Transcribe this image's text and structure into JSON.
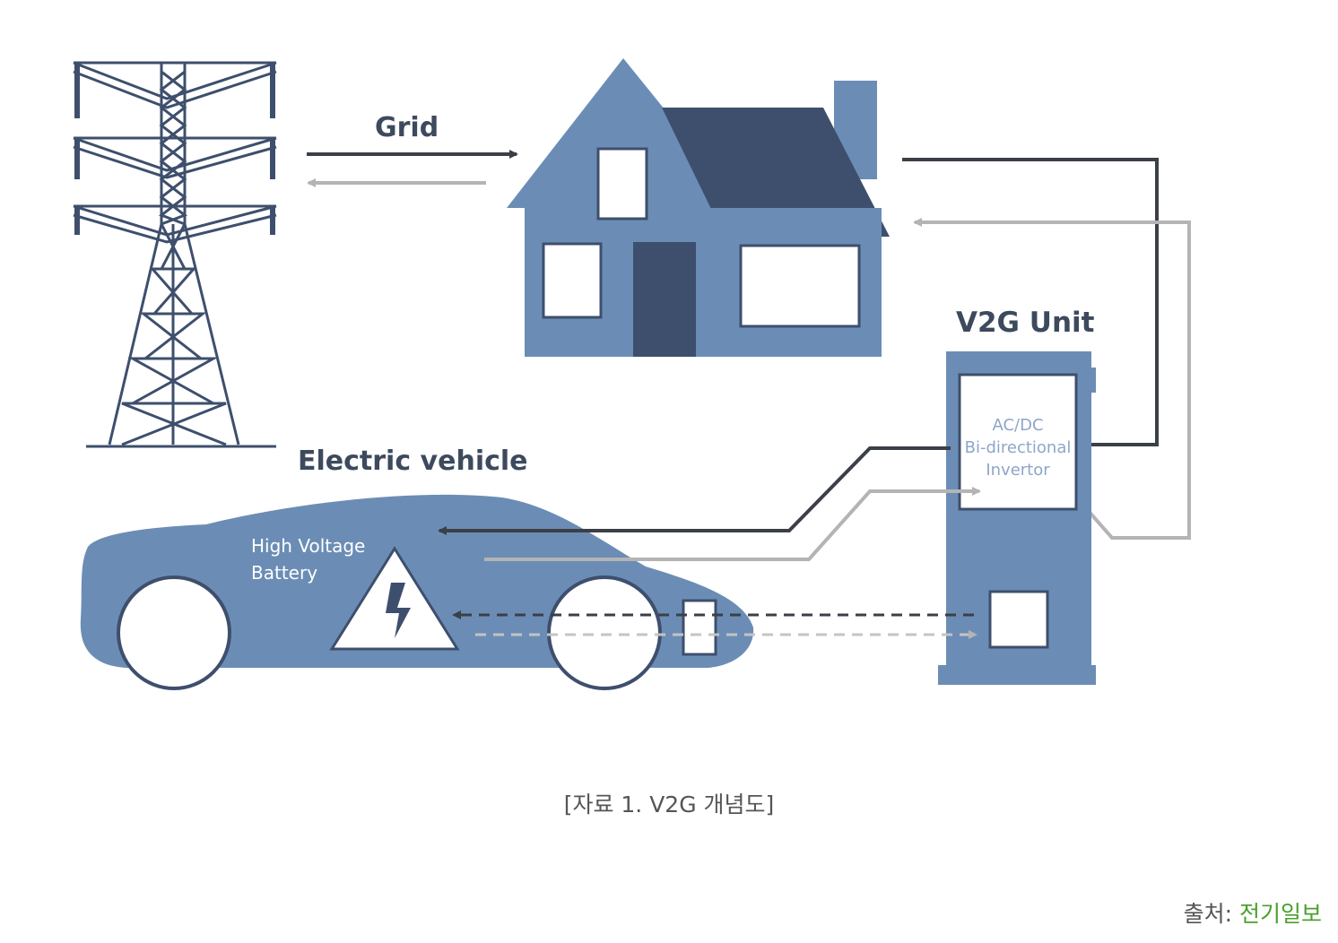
{
  "diagram": {
    "grid_label": "Grid",
    "v2g_unit_label": "V2G Unit",
    "inverter_lines": [
      "AC/DC",
      "Bi-directional",
      "Invertor"
    ],
    "ev_label": "Electric vehicle",
    "battery_lines": [
      "High Voltage",
      "Battery"
    ]
  },
  "caption": "[자료 1. V2G 개념도]",
  "source": {
    "prefix": "출처: ",
    "name": "전기일보"
  },
  "colors": {
    "blue": "#6b8db5",
    "navy": "#3e4f6d",
    "dark_arrow": "#3b3f48",
    "light_arrow": "#b4b4b4",
    "tower": "#3e4f6d",
    "source_link": "#4aa02c"
  }
}
